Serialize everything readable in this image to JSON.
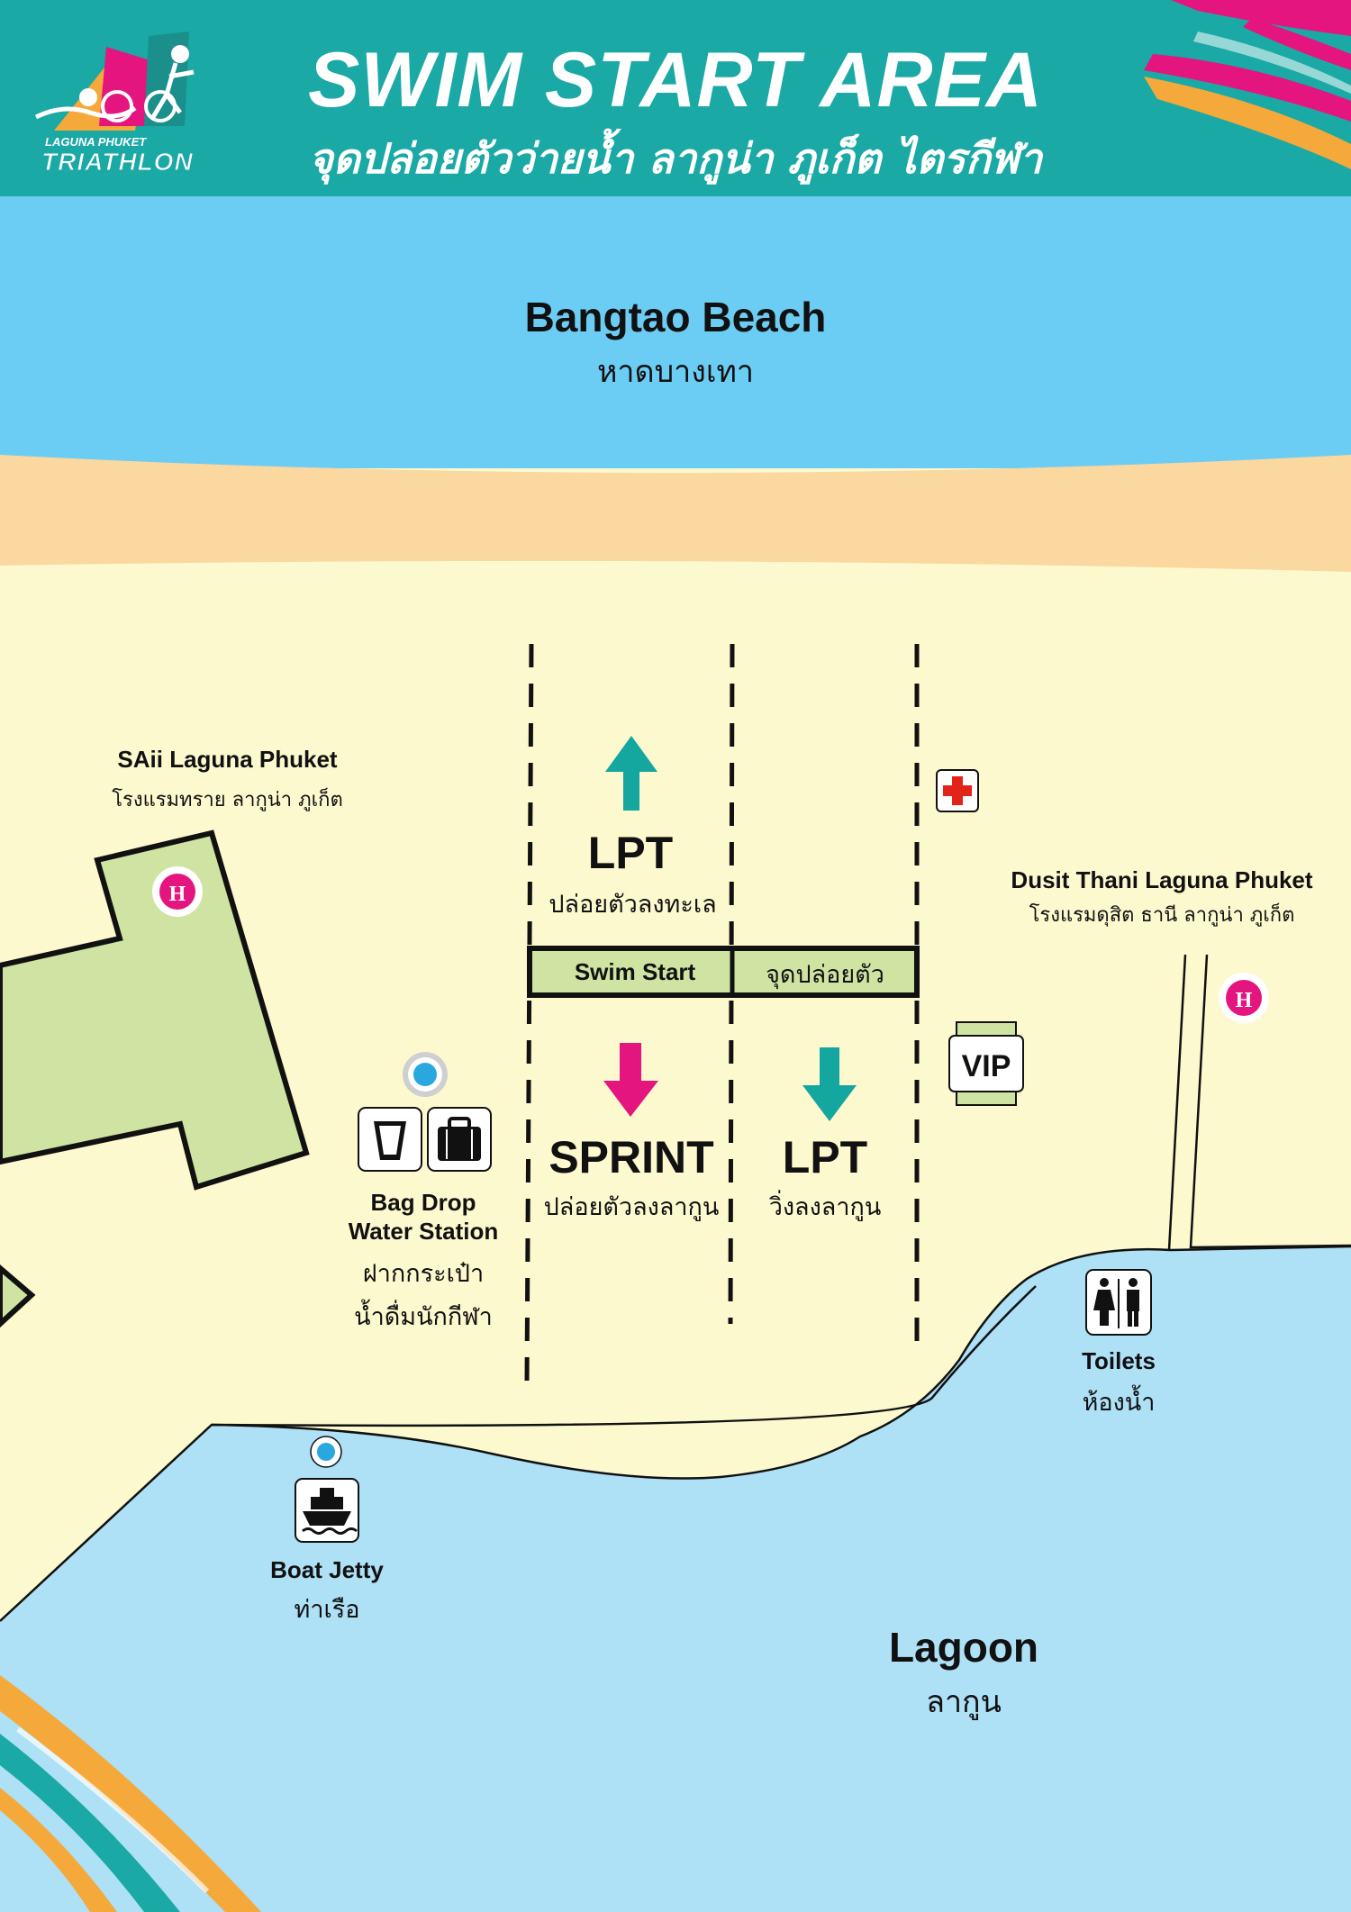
{
  "header": {
    "title_en": "SWIM START AREA",
    "title_th": "จุดปล่อยตัวว่ายน้ำ ลากูน่า ภูเก็ต ไตรกีฬา",
    "logo_line1": "LAGUNA PHUKET",
    "logo_line2": "TRIATHLON",
    "color_header": "#1aa9a5",
    "color_accent_pink": "#e5157f",
    "color_accent_orange": "#f4a93a"
  },
  "areas": {
    "sea": {
      "name_en": "Bangtao Beach",
      "name_th": "หาดบางเทา",
      "color": "#6ccdf4"
    },
    "lagoon": {
      "name_en": "Lagoon",
      "name_th": "ลากูน",
      "color": "#aee0f6"
    },
    "sand_color": "#fad8a0",
    "land_color": "#fdf9cf",
    "hotel_color": "#cfe4a3"
  },
  "hotels": {
    "saii": {
      "name_en": "SAii Laguna Phuket",
      "name_th": "โรงแรมทราย ลากูน่า ภูเก็ต",
      "icon": "hotel-icon",
      "glyph": "H"
    },
    "dusit": {
      "name_en": "Dusit Thani Laguna Phuket",
      "name_th": "โรงแรมดุสิต ธานี ลากูน่า ภูเก็ต",
      "icon": "hotel-icon",
      "glyph": "H"
    }
  },
  "lanes": {
    "lpt_sea": {
      "label": "LPT",
      "desc": "ปล่อยตัวลงทะเล",
      "arrow": "up",
      "color": "#14a7a0"
    },
    "sprint": {
      "label": "SPRINT",
      "desc": "ปล่อยตัวลงลากูน",
      "arrow": "down",
      "color": "#e5157f"
    },
    "lpt_lagoon": {
      "label": "LPT",
      "desc": "วิ่งลงลากูน",
      "arrow": "down",
      "color": "#14a7a0"
    },
    "swim_start": {
      "label_en": "Swim Start",
      "label_th": "จุดปล่อยตัว"
    }
  },
  "facilities": {
    "bag_drop": {
      "name_en_1": "Bag Drop",
      "name_en_2": "Water Station",
      "name_th_1": "ฝากกระเป๋า",
      "name_th_2": "น้ำดื่มนักกีฬา",
      "icons": [
        "water-cup-icon",
        "luggage-icon"
      ]
    },
    "vip": {
      "label": "VIP"
    },
    "first_aid": {
      "icon": "first-aid-icon",
      "color": "#e2231a"
    },
    "toilets": {
      "name_en": "Toilets",
      "name_th": "ห้องน้ำ",
      "icon": "toilet-icon"
    },
    "boat_jetty": {
      "name_en": "Boat Jetty",
      "name_th": "ท่าเรือ",
      "icon": "boat-icon"
    },
    "location_marker_color": "#29a8e0"
  }
}
